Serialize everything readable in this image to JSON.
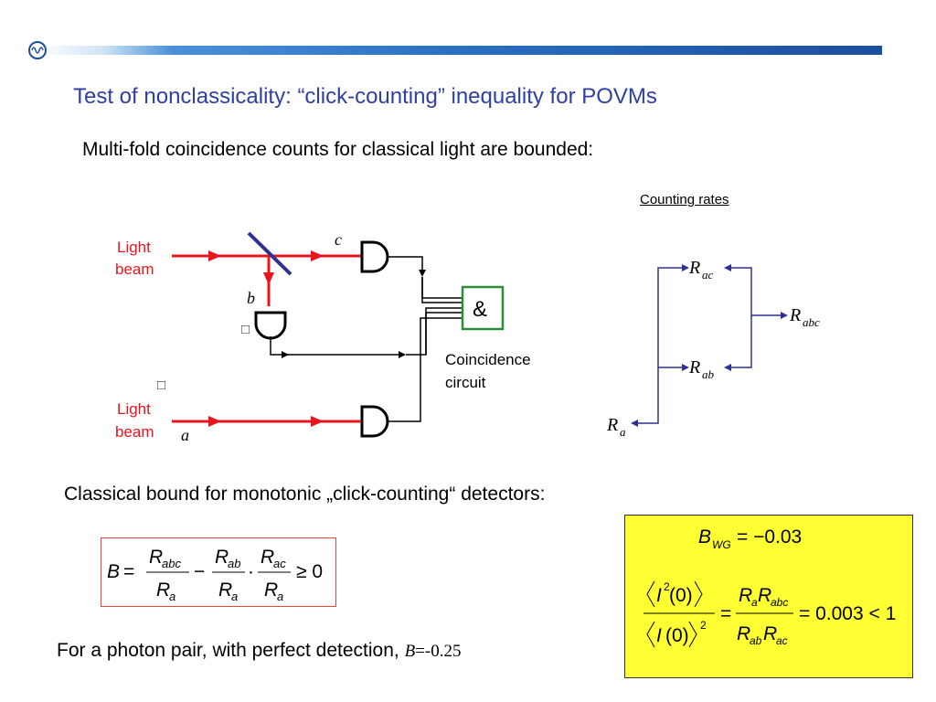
{
  "slide": {
    "title": "Test of nonclassicality: “click-counting” inequality for POVMs",
    "subtitle": "Multi-fold coincidence counts for classical light are bounded:",
    "classical_bound": "Classical bound for monotonic „click-counting“ detectors:",
    "photon_pair_prefix": "For a photon pair, with perfect detection,",
    "photon_pair_B": "B",
    "photon_pair_value": "=-0.25"
  },
  "circuit": {
    "light_beam_top": [
      "Light",
      "beam"
    ],
    "light_beam_bottom": [
      "Light",
      "beam"
    ],
    "label_a": "a",
    "label_b": "b",
    "label_c": "c",
    "and_gate": "&",
    "coincidence": [
      "Coincidence",
      "circuit"
    ],
    "placeholder_glyph": "□",
    "colors": {
      "beam": "#e8161c",
      "splitter": "#2e3192",
      "wire": "#000000",
      "gate_border": "#2e8b3a"
    }
  },
  "counting_rates": {
    "header": "Counting rates",
    "R_main": "R",
    "sub_ac": "ac",
    "sub_abc": "abc",
    "sub_ab": "ab",
    "sub_a": "a",
    "arrow_color": "#2e3192"
  },
  "formula": {
    "B": "B",
    "eq": "=",
    "minus": "−",
    "dot": "·",
    "geq": "≥ 0",
    "R": "R",
    "abc": "abc",
    "ab": "ab",
    "ac": "ac",
    "a": "a",
    "border_color": "#e0483a"
  },
  "yellow_box": {
    "bwg_B": "B",
    "bwg_sub": "WG",
    "bwg_value": "= −0.03",
    "num_I": "I",
    "num_sup": "2",
    "num_arg": "(0)",
    "den_I": "I",
    "den_arg": "(0)",
    "den_sup": "2",
    "eq": "=",
    "R": "R",
    "a": "a",
    "abc": "abc",
    "ab": "ab",
    "ac": "ac",
    "result": "= 0.003 < 1",
    "background": "#ffff33"
  },
  "header_bar": {
    "colors": [
      "#1d4e9e",
      "#4a90d9",
      "#ffffff"
    ],
    "logo": "logo-icon"
  }
}
